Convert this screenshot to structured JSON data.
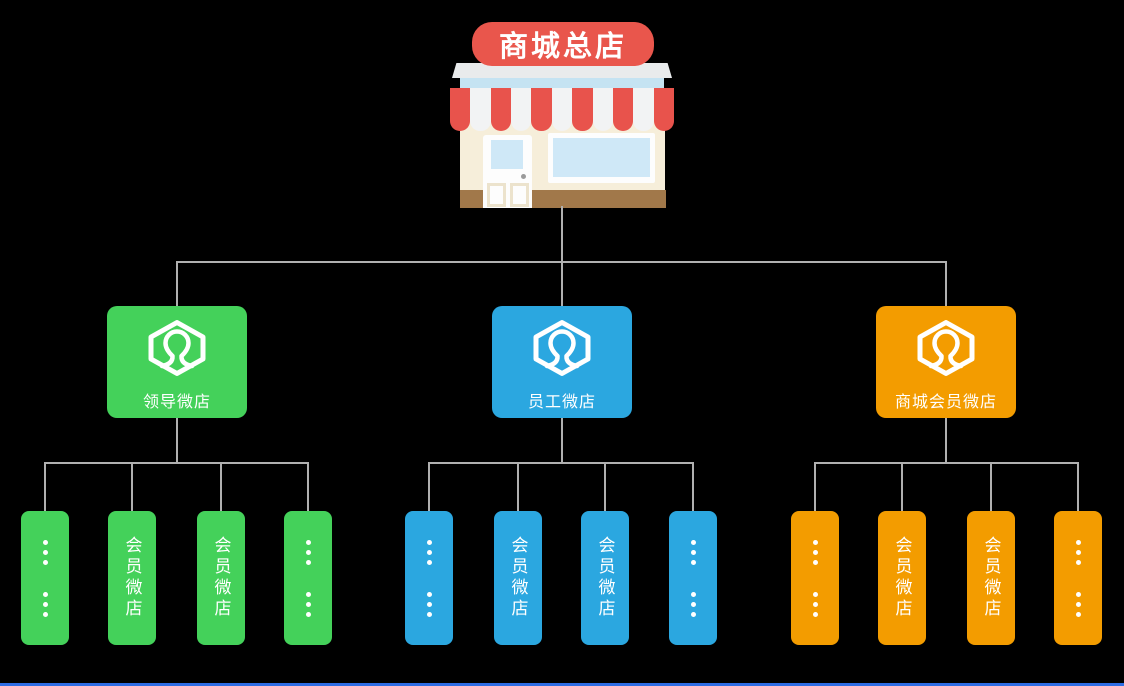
{
  "canvas": {
    "background": "#000000",
    "connector_color": "#b0b0b0",
    "bottom_bar_color": "#2e6de4"
  },
  "root_store": {
    "badge_label": "商城总店",
    "badge_color": "#e9564c",
    "illustration": {
      "icon": "storefront-awning-icon",
      "awning_red": "#e8534c",
      "awning_white": "#f2f3f4",
      "canopy_top": "#e9ebec",
      "canopy_trim": "#c5e3f2",
      "wall": "#f6eeda",
      "base": "#a1784a",
      "window_glass": "#cfe8f7",
      "door_white": "#fdfdfd",
      "doorknob": "#9b9b9b"
    }
  },
  "branches": [
    {
      "label": "领导微店",
      "color": "#44d15a",
      "icon": "hexagon-user-icon",
      "children": [
        {
          "type": "ellipsis"
        },
        {
          "type": "store",
          "label": "会员微店"
        },
        {
          "type": "store",
          "label": "会员微店"
        },
        {
          "type": "ellipsis"
        }
      ]
    },
    {
      "label": "员工微店",
      "color": "#2ba7e0",
      "icon": "hexagon-user-icon",
      "children": [
        {
          "type": "ellipsis"
        },
        {
          "type": "store",
          "label": "会员微店"
        },
        {
          "type": "store",
          "label": "会员微店"
        },
        {
          "type": "ellipsis"
        }
      ]
    },
    {
      "label": "商城会员微店",
      "color": "#f39c00",
      "icon": "hexagon-user-icon",
      "children": [
        {
          "type": "ellipsis"
        },
        {
          "type": "store",
          "label": "会员微店"
        },
        {
          "type": "store",
          "label": "会员微店"
        },
        {
          "type": "ellipsis"
        }
      ]
    }
  ]
}
